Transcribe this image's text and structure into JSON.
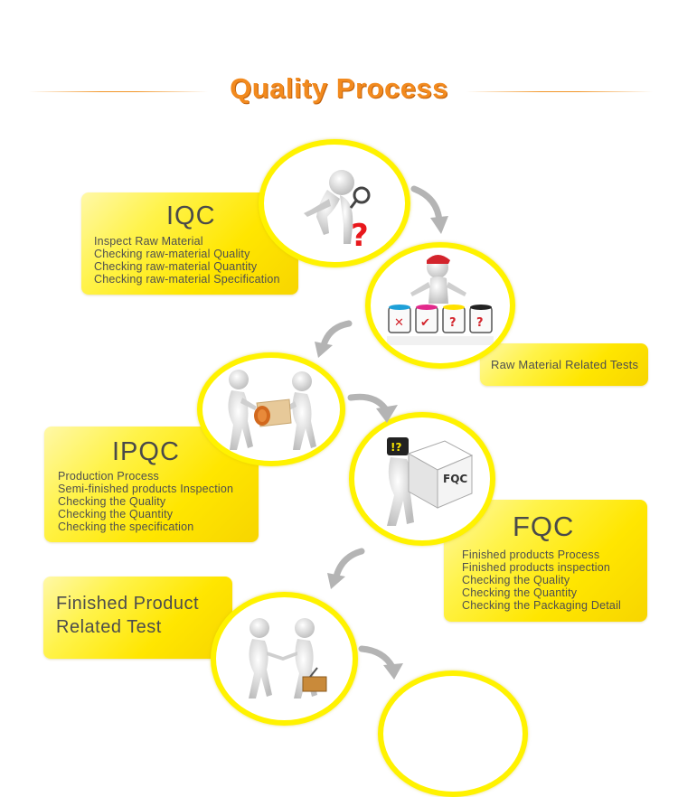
{
  "title": "Quality Process",
  "steps": {
    "iqc": {
      "heading": "IQC",
      "lines": [
        "Inspect Raw Material",
        "Checking raw-material Quality",
        "Checking raw-material Quantity",
        "Checking raw-material Specification"
      ]
    },
    "raw_tests": {
      "label": "Raw Material Related Tests"
    },
    "ipqc": {
      "heading": "IPQC",
      "lines": [
        "Production Process",
        "Semi-finished products Inspection",
        "Checking the Quality",
        "Checking the Quantity",
        "Checking the specification"
      ]
    },
    "fqc": {
      "heading": "FQC",
      "lines": [
        "Finished products Process",
        "Finished products inspection",
        "Checking the Quality",
        "Checking the Quantity",
        "Checking the Packaging Detail"
      ]
    },
    "finished_tests": {
      "lines": [
        "Finished Product",
        "Related Test"
      ]
    }
  },
  "illustrations": {
    "inspect": "magnifier-question-figure",
    "paint": "paint-cans-figure",
    "paint_marks": [
      "✕",
      "✔",
      "?",
      "?"
    ],
    "stamp": "stamping-figures",
    "fqc_box_label": "FQC",
    "handshake": "handshake-figures"
  },
  "colors": {
    "accent": "#f28a1e",
    "yellow": "#fff200",
    "arrow": "#b4b4b4",
    "text": "#4a4a4a"
  }
}
